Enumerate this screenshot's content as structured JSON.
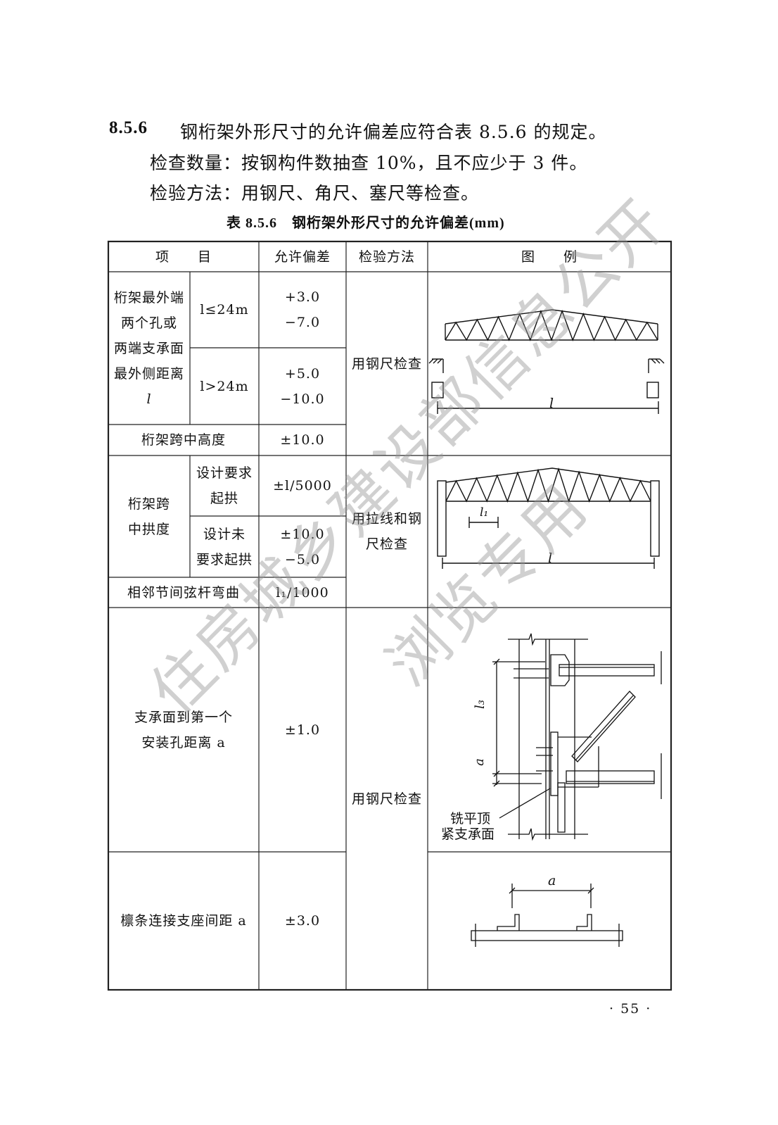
{
  "clause": {
    "number": "8.5.6",
    "text": "钢桁架外形尺寸的允许偏差应符合表 8.5.6 的规定。",
    "quantity": "检查数量：按钢构件数抽查 10%，且不应少于 3 件。",
    "method": "检验方法：用钢尺、角尺、塞尺等检查。"
  },
  "table": {
    "caption": "表 8.5.6　钢桁架外形尺寸的允许偏差(mm)",
    "headers": [
      "项　　目",
      "允许偏差",
      "检验方法",
      "图　　例"
    ],
    "rows": {
      "end_distance": {
        "label": [
          "桁架最外端",
          "两个孔或",
          "两端支承面",
          "最外侧距离",
          "l"
        ],
        "sub": [
          {
            "cond": "l≤24m",
            "tol": [
              "+3.0",
              "−7.0"
            ]
          },
          {
            "cond": "l>24m",
            "tol": [
              "+5.0",
              "−10.0"
            ]
          }
        ]
      },
      "mid_height": {
        "label": "桁架跨中高度",
        "tol": "±10.0"
      },
      "camber": {
        "label": [
          "桁架跨",
          "中拱度"
        ],
        "sub": [
          {
            "cond": [
              "设计要求",
              "起拱"
            ],
            "tol": "±l/5000"
          },
          {
            "cond": [
              "设计未",
              "要求起拱"
            ],
            "tol": [
              "±10.0",
              "−5.0"
            ]
          }
        ]
      },
      "chord_bend": {
        "label": "相邻节间弦杆弯曲",
        "tol": "l₁/1000"
      },
      "first_hole": {
        "label": [
          "支承面到第一个",
          "安装孔距离 a"
        ],
        "tol": "±1.0"
      },
      "purlin": {
        "label": "檩条连接支座间距 a",
        "tol": "±3.0"
      }
    },
    "methods": [
      "用钢尺检查",
      "用拉线和钢尺检查",
      "用钢尺检查"
    ],
    "figures": {
      "fig1_label": "l",
      "fig2_labels": [
        "l₁",
        "l"
      ],
      "fig3_labels": [
        "l₃",
        "a",
        "铣平顶",
        "紧支承面"
      ],
      "fig4_label": "a"
    }
  },
  "page_number": "· 55 ·",
  "watermark": [
    "住房城乡建设部信息公开",
    "浏览专用"
  ]
}
